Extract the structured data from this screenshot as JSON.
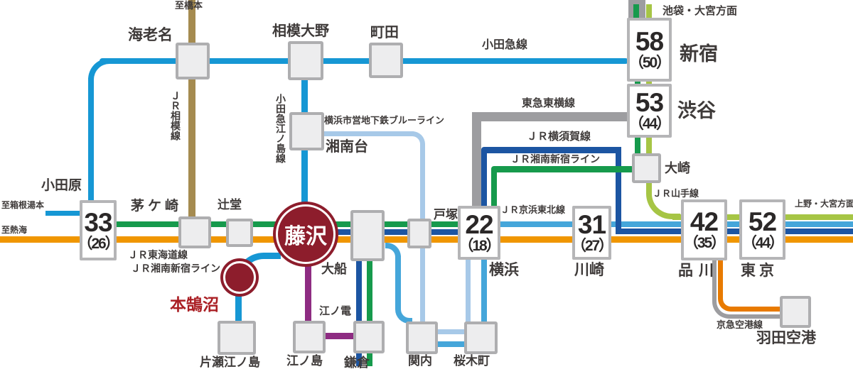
{
  "labels": {
    "fujisawa": "藤沢",
    "hon_kugenuma": "本鵠沼",
    "katase_enoshima": "片瀬江ノ島",
    "enoshima": "江ノ島",
    "enoden": "江ノ電",
    "kamakura": "鎌倉",
    "ofuna": "大船",
    "totsuka": "戸塚",
    "tsujido": "辻堂",
    "chigasaki": "茅ケ崎",
    "odawara": "小田原",
    "to_hakone_yumoto": "至箱根湯本",
    "to_atami": "至熱海",
    "to_hashimoto": "至橋本",
    "jr_sagami_line": "ＪＲ相模線",
    "ebina": "海老名",
    "sagami_ono": "相模大野",
    "machida": "町田",
    "odakyu_line": "小田急線",
    "odakyu_enoshima_line": "小田急江ノ島線",
    "shonandai": "湘南台",
    "blue_line": "横浜市営地下鉄ブルーライン",
    "jr_tokaido": "ＪＲ東海道線",
    "jr_shonan_shinjuku": "ＪＲ湘南新宿ライン",
    "jr_yokosuka": "ＪＲ横須賀線",
    "jr_keihin_tohoku": "ＪＲ京浜東北線",
    "jr_yamanote": "ＪＲ山手線",
    "tokyu_toyoko": "東急東横線",
    "yokohama": "横浜",
    "kannai": "関内",
    "sakuragicho": "桜木町",
    "kawasaki": "川崎",
    "osaki": "大崎",
    "shibuya": "渋谷",
    "shinjuku": "新宿",
    "ikebukuro_omiya_dir": "池袋・大宮方面",
    "ueno_omiya_dir": "上野・大宮方面",
    "shinagawa": "品川",
    "tokyo": "東京",
    "keikyu_airport_line": "京急空港線",
    "haneda_airport": "羽田空港"
  },
  "times": {
    "odawara": {
      "main": "33",
      "sub": "（26）"
    },
    "yokohama": {
      "main": "22",
      "sub": "（18）"
    },
    "kawasaki": {
      "main": "31",
      "sub": "（27）"
    },
    "shinagawa": {
      "main": "42",
      "sub": "（35）"
    },
    "tokyo": {
      "main": "52",
      "sub": "（44）"
    },
    "shinjuku": {
      "main": "58",
      "sub": "（50）"
    },
    "shibuya": {
      "main": "53",
      "sub": "（44）"
    }
  },
  "line_colors": {
    "odakyu_blue": "#1697d4",
    "jr_tokaido_orange": "#f09600",
    "jr_shonan_shinjuku_green": "#169a4c",
    "jr_yokosuka_navy": "#1c55a2",
    "jr_keihin_tohoku_skyblue": "#45a6da",
    "subway_blue_line_pale": "#a7c9e8",
    "jr_sagami_gold": "#a58b50",
    "tokyu_toyoko_gray": "#9d9da0",
    "jr_yamanote_olive": "#a6c545",
    "enoden_purple": "#8e2c82",
    "keikyu_orange": "#e87a00",
    "marker_dark_red": "#8d1d2c",
    "marker_text_red": "#aa1f24"
  }
}
